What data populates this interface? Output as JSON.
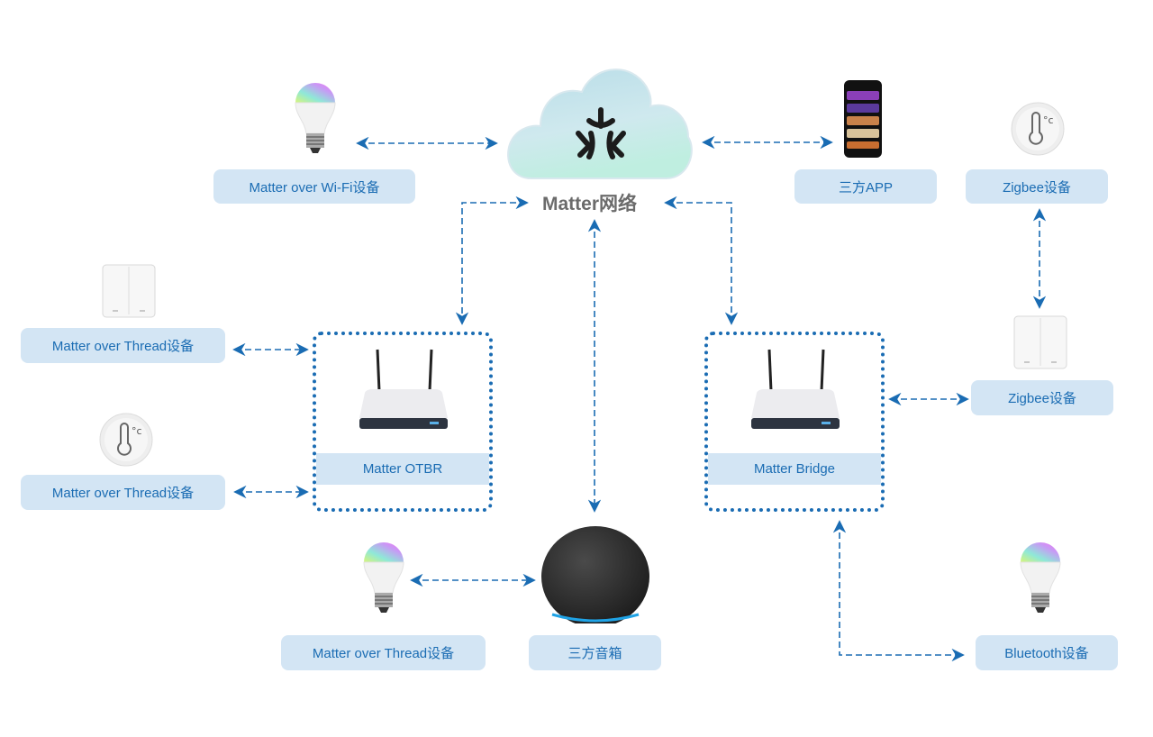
{
  "diagram": {
    "center": {
      "title": "Matter网络",
      "icon": "matter-logo-icon"
    },
    "nodes": {
      "wifi_device": {
        "label": "Matter over Wi-Fi设备",
        "icon": "light-bulb-icon"
      },
      "app": {
        "label": "三方APP",
        "icon": "smartphone-icon"
      },
      "zigbee_top": {
        "label": "Zigbee设备",
        "icon": "thermometer-icon"
      },
      "thread_switch": {
        "label": "Matter over Thread设备",
        "icon": "wall-switch-icon"
      },
      "thread_thermo": {
        "label": "Matter over Thread设备",
        "icon": "thermometer-icon"
      },
      "otbr": {
        "label": "Matter OTBR",
        "icon": "router-icon"
      },
      "bridge": {
        "label": "Matter Bridge",
        "icon": "router-icon"
      },
      "zigbee_switch": {
        "label": "Zigbee设备",
        "icon": "wall-switch-icon"
      },
      "thread_bulb": {
        "label": "Matter over Thread设备",
        "icon": "light-bulb-icon"
      },
      "speaker": {
        "label": "三方音箱",
        "icon": "smart-speaker-icon"
      },
      "bluetooth": {
        "label": "Bluetooth设备",
        "icon": "light-bulb-icon"
      }
    },
    "links": [
      {
        "from": "wifi_device",
        "to": "center",
        "style": "dashed-bidirectional"
      },
      {
        "from": "app",
        "to": "center",
        "style": "dashed-bidirectional"
      },
      {
        "from": "center",
        "to": "otbr",
        "style": "dashed-bidirectional"
      },
      {
        "from": "center",
        "to": "bridge",
        "style": "dashed-bidirectional"
      },
      {
        "from": "center",
        "to": "speaker",
        "style": "dashed-bidirectional"
      },
      {
        "from": "thread_switch",
        "to": "otbr",
        "style": "dashed-bidirectional"
      },
      {
        "from": "thread_thermo",
        "to": "otbr",
        "style": "dashed-bidirectional"
      },
      {
        "from": "zigbee_top",
        "to": "zigbee_switch",
        "style": "dashed-bidirectional"
      },
      {
        "from": "bridge",
        "to": "zigbee_switch",
        "style": "dashed-bidirectional"
      },
      {
        "from": "thread_bulb",
        "to": "speaker",
        "style": "dashed-bidirectional"
      },
      {
        "from": "bridge",
        "to": "bluetooth",
        "style": "dashed-bidirectional"
      }
    ],
    "colors": {
      "accent": "#1a6cb3",
      "label_bg": "#d3e5f4",
      "title": "#6b6b6b"
    }
  }
}
